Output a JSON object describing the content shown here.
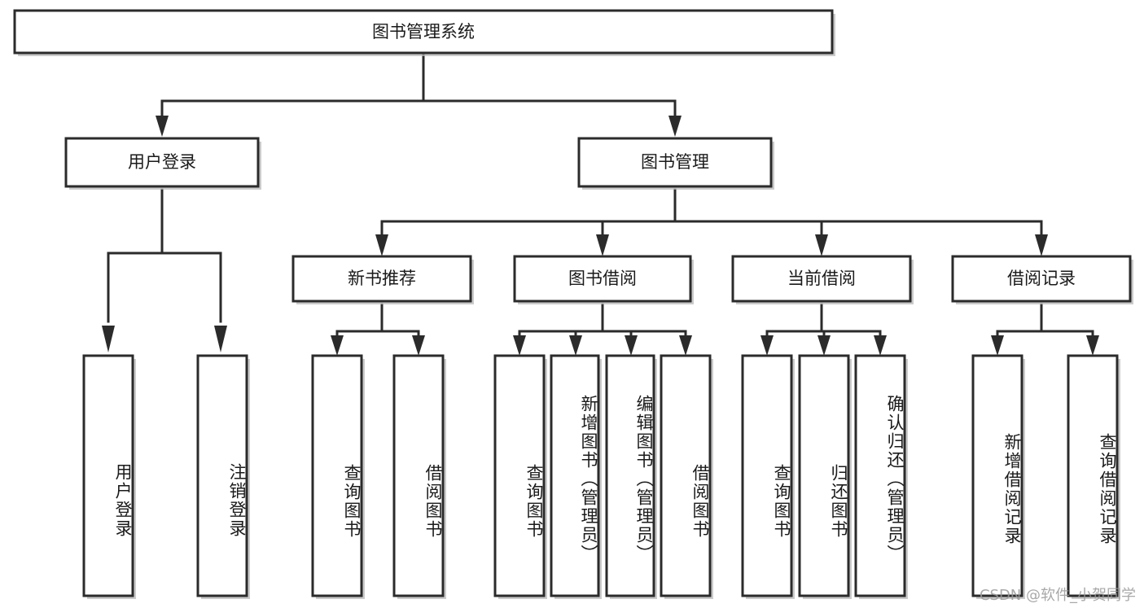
{
  "diagram": {
    "title_node": {
      "label": "图书管理系统"
    },
    "level2": [
      {
        "id": "user-login",
        "label": "用户登录"
      },
      {
        "id": "book-management",
        "label": "图书管理"
      }
    ],
    "level3": [
      {
        "id": "new-book-recommend",
        "label": "新书推荐"
      },
      {
        "id": "book-borrow",
        "label": "图书借阅"
      },
      {
        "id": "current-borrow",
        "label": "当前借阅"
      },
      {
        "id": "borrow-record",
        "label": "借阅记录"
      }
    ],
    "leaves": [
      {
        "id": "leaf-user-login",
        "label": "用户登录",
        "parent": "user-login"
      },
      {
        "id": "leaf-logout-login",
        "label": "注销登录",
        "parent": "user-login"
      },
      {
        "id": "leaf-query-book-1",
        "label": "查询图书",
        "parent": "new-book-recommend"
      },
      {
        "id": "leaf-borrow-book-1",
        "label": "借阅图书",
        "parent": "new-book-recommend"
      },
      {
        "id": "leaf-query-book-2",
        "label": "查询图书",
        "parent": "book-borrow"
      },
      {
        "id": "leaf-add-book",
        "label": "新增图书（管理员）",
        "parent": "book-borrow"
      },
      {
        "id": "leaf-edit-book",
        "label": "编辑图书（管理员）",
        "parent": "book-borrow"
      },
      {
        "id": "leaf-borrow-book-2",
        "label": "借阅图书",
        "parent": "book-borrow"
      },
      {
        "id": "leaf-query-book-3",
        "label": "查询图书",
        "parent": "current-borrow"
      },
      {
        "id": "leaf-return-book",
        "label": "归还图书",
        "parent": "current-borrow"
      },
      {
        "id": "leaf-confirm-return",
        "label": "确认归还（管理员）",
        "parent": "current-borrow"
      },
      {
        "id": "leaf-add-record",
        "label": "新增借阅记录",
        "parent": "borrow-record"
      },
      {
        "id": "leaf-query-record",
        "label": "查询借阅记录",
        "parent": "borrow-record"
      }
    ],
    "watermark": "CSDN @软件_小贺同学",
    "colors": {
      "stroke": "#2b2b2b",
      "fill": "#ffffff",
      "text": "#1a1a1a",
      "watermark": "#9a9a9a"
    }
  }
}
